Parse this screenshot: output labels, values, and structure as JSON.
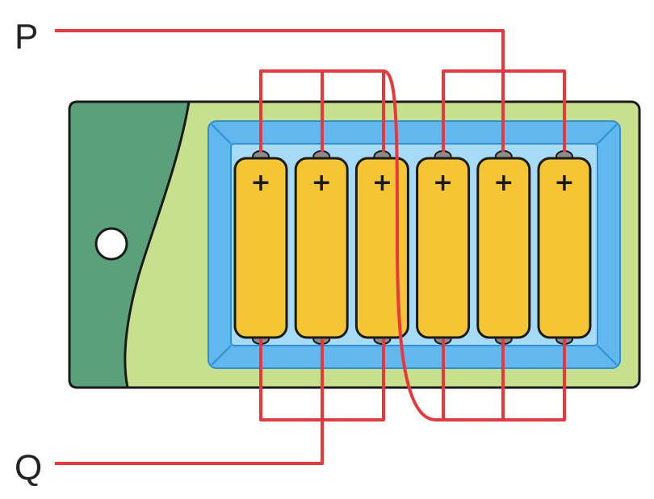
{
  "terminals": {
    "top": {
      "label": "P"
    },
    "bottom": {
      "label": "Q"
    }
  },
  "battery_pack": {
    "cell_count": 6,
    "cell_polarity_symbol": "+",
    "groups": [
      {
        "name": "",
        "cells": [
          1,
          2,
          3
        ]
      },
      {
        "name": "",
        "cells": [
          4,
          5,
          6
        ]
      }
    ]
  },
  "colors": {
    "wire": "#e8383c",
    "housing": "#c7e08e",
    "end_cap": "#5aa07a",
    "tray_outer": "#62b8ee",
    "tray_inner": "#a6dbf7",
    "cell_fill": "#f6c534",
    "cell_cap": "#8c8c8c",
    "outline": "#1a1a1a"
  },
  "icons": {
    "mount_hole": "mount-hole-icon",
    "plus_terminal": "plus-sign-icon"
  }
}
